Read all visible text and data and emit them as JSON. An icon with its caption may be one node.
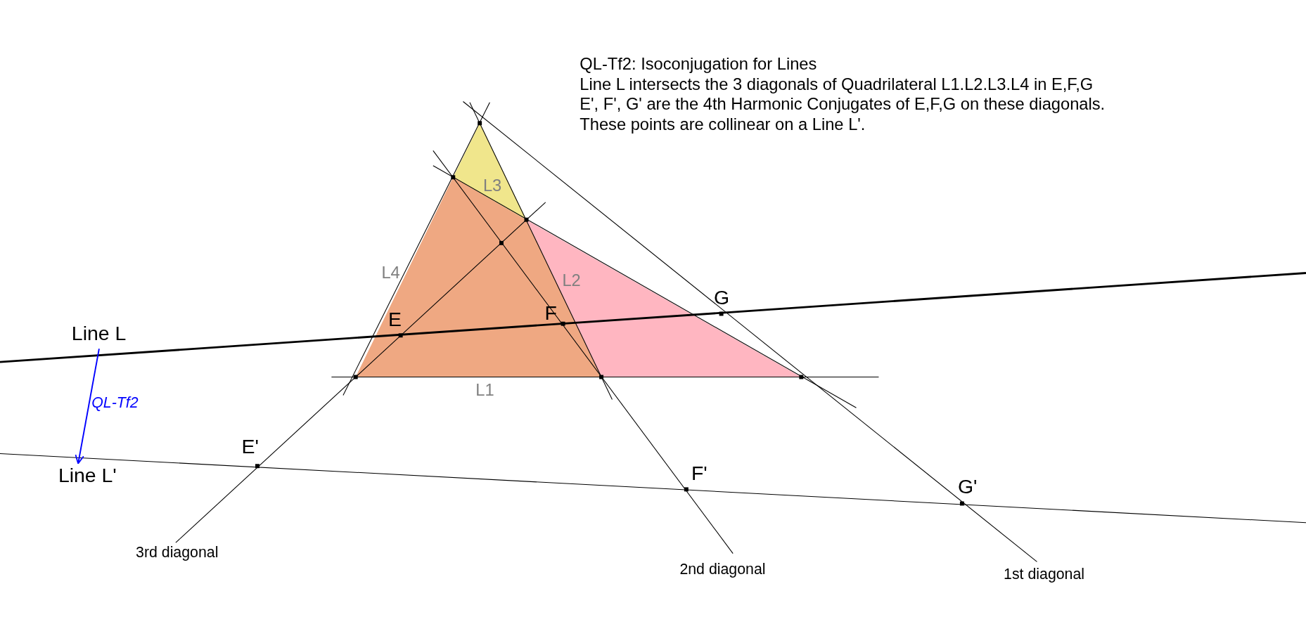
{
  "diagram": {
    "title": "QL-Tf2: Isoconjugation for Lines",
    "nodes": [
      {
        "text": [
          "Line L"
        ]
      },
      {
        "text": [
          "Line L'"
        ]
      }
    ],
    "edges": [
      {
        "from": 0,
        "to": 1,
        "arrow": "to",
        "label": "QL-Tf2",
        "color": "#0000ff"
      }
    ],
    "labels": [
      "Line L intersects the 3 diagonals of Quadrilateral L1.L2.L3.L4 in E,F,G",
      "E', F', G' are the 4th Harmonic Conjugates of E,F,G on these diagonals.",
      "These points are collinear on a Line L'.",
      "L3",
      "L4",
      "L2",
      "G",
      "F",
      "E",
      "L1",
      "E'",
      "F'",
      "3rd diagonal",
      "G'",
      "2nd diagonal",
      "1st diagonal"
    ]
  }
}
